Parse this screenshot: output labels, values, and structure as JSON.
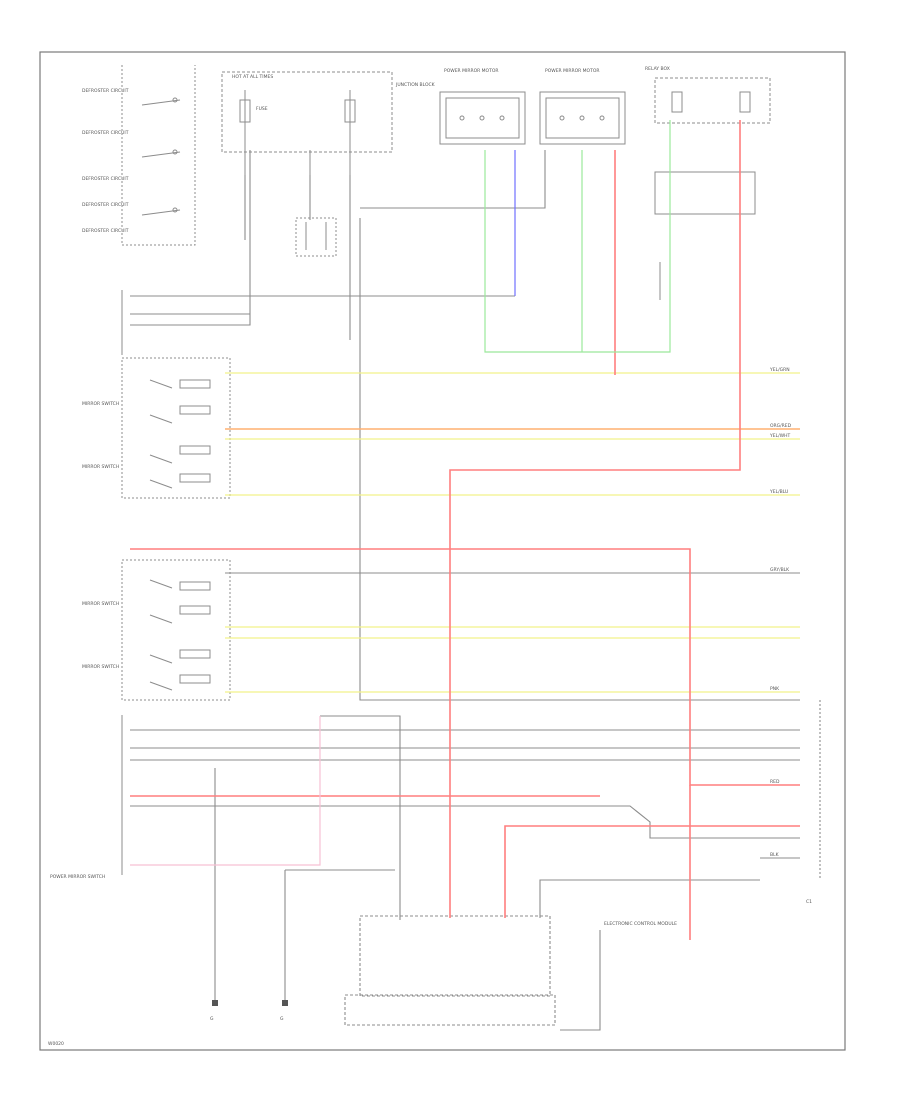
{
  "sheet": {
    "footer_code": "W0020"
  },
  "components": {
    "fuse_block": "HOT AT ALL TIMES",
    "fuse_block_label": "FUSE",
    "junction_block": "JUNCTION BLOCK",
    "module_a": "POWER MIRROR MOTOR",
    "module_b": "POWER MIRROR MOTOR",
    "relay_box": "RELAY BOX",
    "ecm": "ELECTRONIC CONTROL MODULE",
    "ground_1": "G",
    "ground_2": "G",
    "switch_connector": "POWER MIRROR SWITCH",
    "right_connector": "C1"
  },
  "left_labels": [
    "DEFROSTER CIRCUIT",
    "DEFROSTER CIRCUIT",
    "DEFROSTER CIRCUIT",
    "DEFROSTER CIRCUIT",
    "DEFROSTER CIRCUIT"
  ],
  "switch_labels": [
    "MIRROR SWITCH",
    "MIRROR SWITCH",
    "MIRROR SWITCH",
    "MIRROR SWITCH"
  ],
  "wire_labels": {
    "yel_grn": "YEL/GRN",
    "org_red": "ORG/RED",
    "yel_wht": "YEL/WHT",
    "yel_blu": "YEL/BLU",
    "red": "RED",
    "gry_blk": "GRY/BLK",
    "blk": "BLK",
    "pnk": "PNK"
  },
  "colors": {
    "wire_gray": "#8c8c8c",
    "wire_red": "#ff7f7f",
    "wire_green": "#9be89b",
    "wire_blue": "#7070ff",
    "wire_yellow": "#f2f28a",
    "wire_orange": "#ffb070",
    "wire_pink": "#f7c0d4",
    "text_gray": "#6e6e6e"
  }
}
